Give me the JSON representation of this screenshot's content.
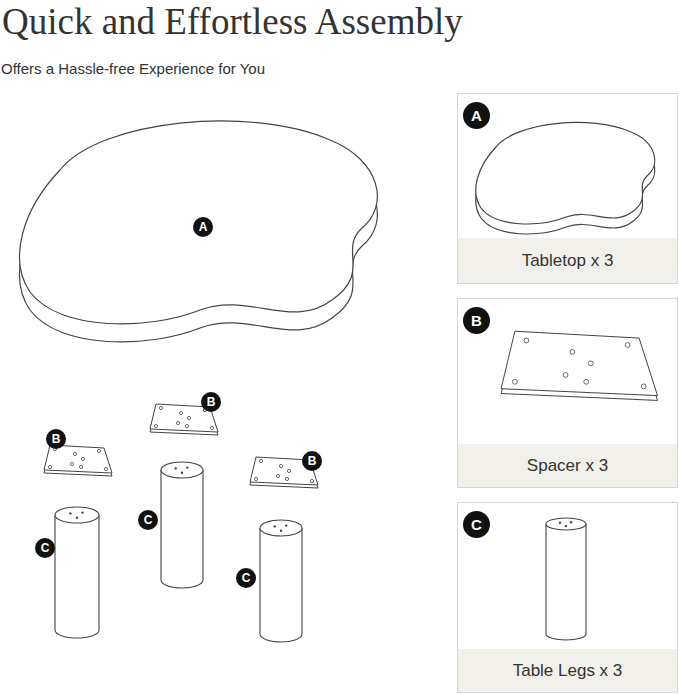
{
  "diagram": {
    "title": "Quick and Effortless Assembly",
    "nodes": [
      {
        "text": [
          "A",
          "Tabletop x 3"
        ]
      },
      {
        "text": [
          "B",
          "Spacer x 3"
        ]
      },
      {
        "text": [
          "C",
          "Table Legs x 3"
        ]
      }
    ],
    "labels": [
      "Offers a Hassle-free Experience for You",
      "A",
      "B",
      "B",
      "B",
      "C",
      "C",
      "C"
    ]
  }
}
